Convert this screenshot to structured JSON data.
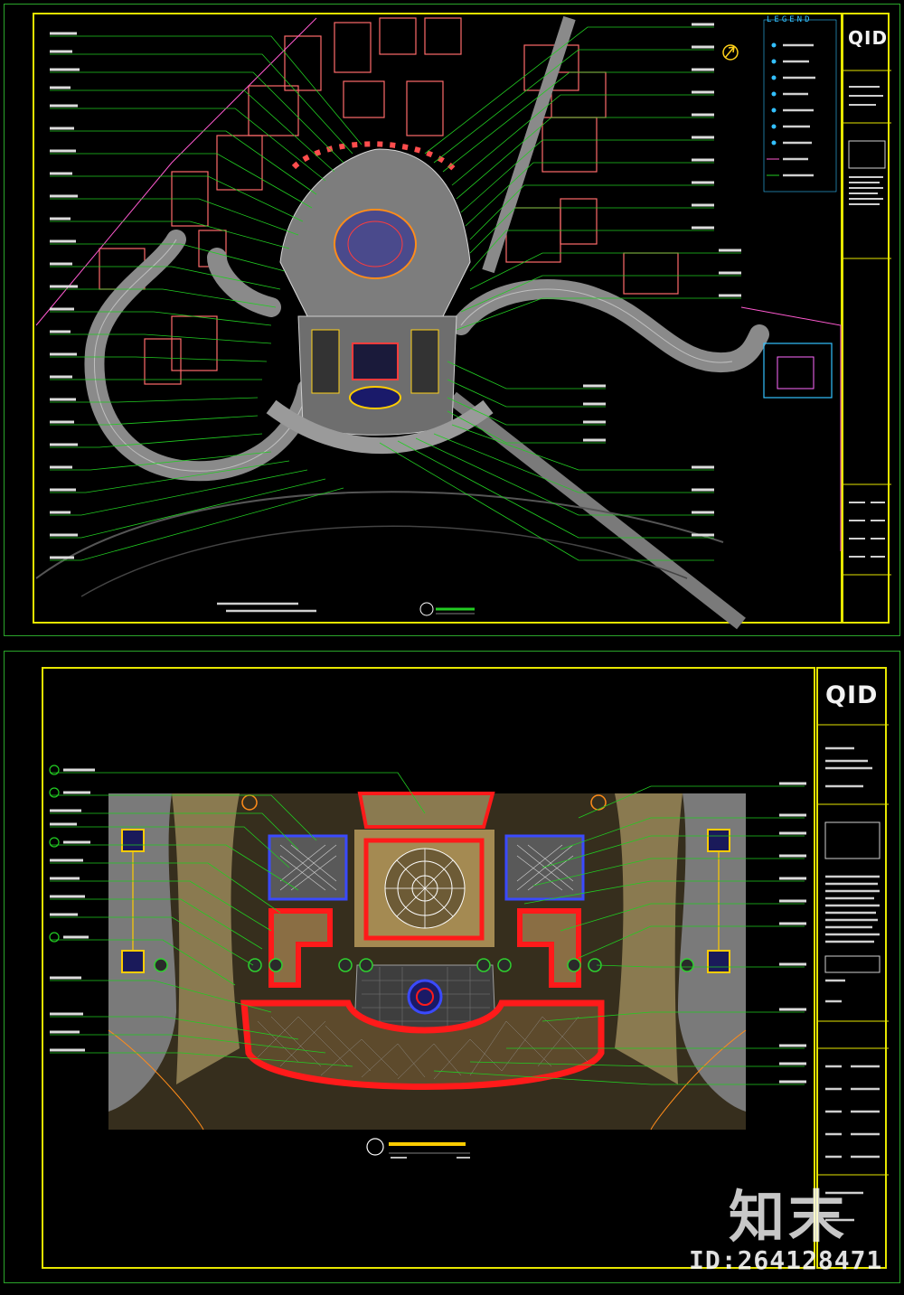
{
  "watermark": {
    "brand": "知末",
    "id_text": "ID:264128471"
  },
  "sheets": [
    {
      "key": "sheet-1",
      "logo": "QID",
      "legend_title": "LEGEND"
    },
    {
      "key": "sheet-2",
      "logo": "QID"
    }
  ],
  "colors": {
    "frame": "#e6e600",
    "leader": "#22cc22",
    "building": "#ff6a6a",
    "paving": "#8a8a8a",
    "highlight_red": "#ff1a1a",
    "cyan": "#33c0ff",
    "gold": "#c9a24a"
  },
  "icons": [
    "north-arrow-icon",
    "section-marker-icon"
  ]
}
